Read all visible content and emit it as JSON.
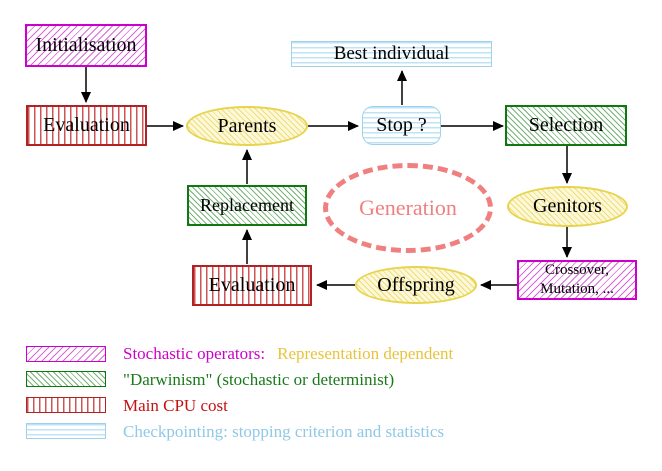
{
  "figure": {
    "nodes": {
      "initialisation": "Initialisation",
      "evaluation_top": "Evaluation",
      "parents": "Parents",
      "best_individual": "Best individual",
      "stop": "Stop ?",
      "selection": "Selection",
      "replacement": "Replacement",
      "generation": "Generation",
      "genitors": "Genitors",
      "evaluation_bottom": "Evaluation",
      "offspring": "Offspring",
      "crossover_line1": "Crossover,",
      "crossover_line2": "Mutation, ..."
    },
    "legend": {
      "stochastic_label": "Stochastic operators:",
      "representation_label": "Representation dependent",
      "darwinism_label": "\"Darwinism\" (stochastic or determinist)",
      "cpu_label": "Main CPU cost",
      "checkpointing_label": "Checkpointing: stopping criterion and statistics"
    },
    "colors": {
      "magenta": "#cc00cc",
      "green_border": "#117711",
      "green_text": "#1a7a1a",
      "red_border": "#b22222",
      "red_text": "#c41212",
      "cyan_border": "#9fd2ea",
      "cyan_text": "#8fc9e6",
      "yellow_border": "#e7d44e",
      "gold_text": "#e8c33c",
      "salmon": "#f08080",
      "arrow": "#000000"
    }
  }
}
